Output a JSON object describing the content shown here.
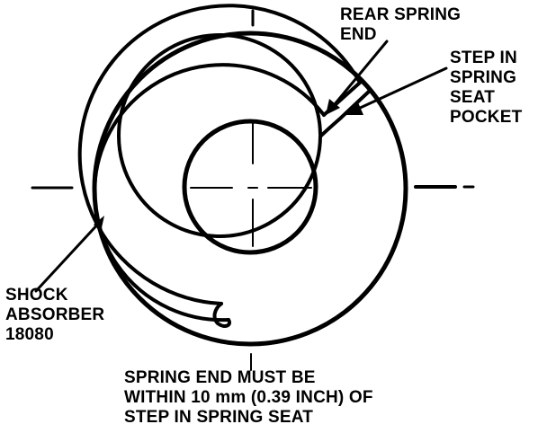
{
  "labels": {
    "rear_spring_end": [
      "REAR SPRING",
      "END"
    ],
    "step_in_spring_seat_pocket": [
      "STEP IN",
      "SPRING",
      "SEAT",
      "POCKET"
    ],
    "shock_absorber": [
      "SHOCK",
      "ABSORBER",
      "18080"
    ],
    "note": [
      "SPRING END MUST BE",
      "WITHIN 10 mm (0.39 INCH) OF",
      "STEP IN SPRING SEAT"
    ]
  },
  "colors": {
    "ink": "#000000",
    "paper": "#ffffff"
  }
}
